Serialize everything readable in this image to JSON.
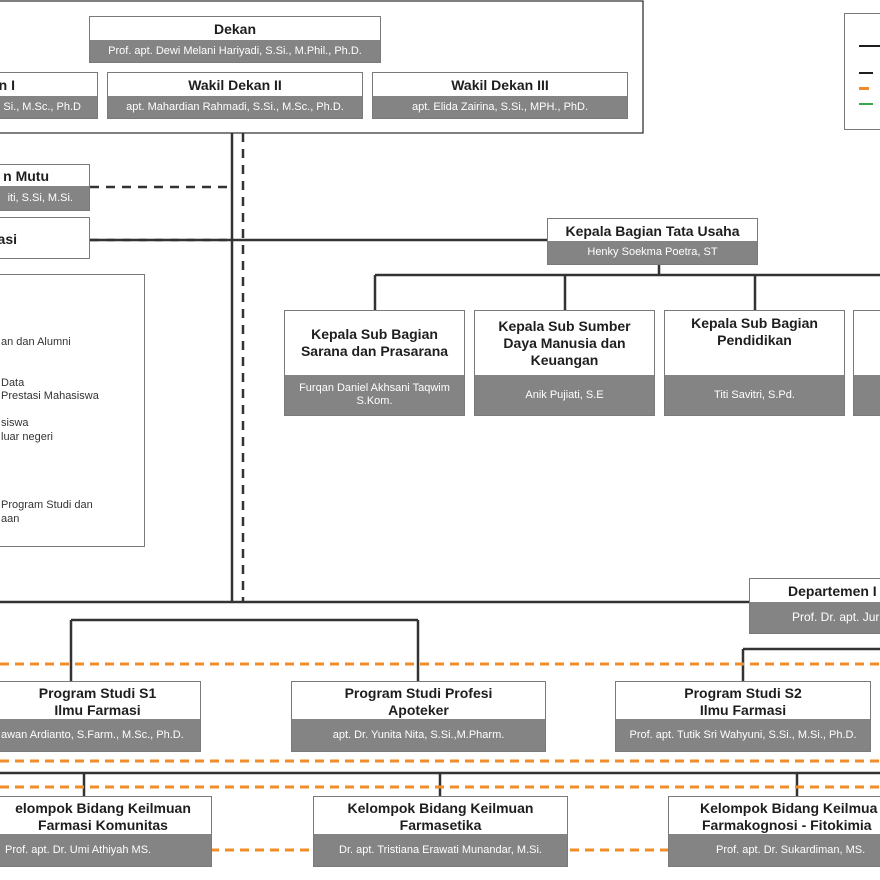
{
  "colors": {
    "accent_dashed": "#f28c28",
    "legend_green": "#3aa84a",
    "line": "#333333",
    "name_band": "#848484"
  },
  "nodes": {
    "dekan": {
      "title": "Dekan",
      "name": "Prof. apt. Dewi Melani Hariyadi, S.Si., M.Phil., Ph.D."
    },
    "wakil_dekan_1": {
      "title": "n I",
      "name": "Si., M.Sc., Ph.D"
    },
    "wakil_dekan_2": {
      "title": "Wakil Dekan II",
      "name": "apt. Mahardian Rahmadi, S.Si., M.Sc., Ph.D."
    },
    "wakil_dekan_3": {
      "title": "Wakil Dekan III",
      "name": "apt. Elida Zairina, S.Si., MPH., PhD."
    },
    "penjaminan_mutu": {
      "title": "n Mutu",
      "name": "iti, S.Si, M.Si."
    },
    "unit_si": {
      "title": "asi"
    },
    "kabag_tu": {
      "title": "Kepala Bagian Tata Usaha",
      "name": "Henky Soekma Poetra, ST"
    },
    "subbag_sarana": {
      "title": [
        "Kepala Sub Bagian",
        "Sarana dan Prasarana"
      ],
      "name": [
        "Furqan Daniel Akhsani Taqwim",
        "S.Kom."
      ]
    },
    "subbag_sdm": {
      "title": [
        "Kepala Sub Sumber",
        "Daya Manusia dan",
        "Keuangan"
      ],
      "name": "Anik Pujiati, S.E"
    },
    "subbag_pendidikan": {
      "title": [
        "Kepala Sub Bagian",
        "Pendidikan"
      ],
      "name": "Titi Savitri, S.Pd."
    },
    "departemen": {
      "title": "Departemen I",
      "name": "Prof. Dr. apt. Jur"
    },
    "prodi_s1": {
      "title": [
        "Program Studi S1",
        "Ilmu Farmasi"
      ],
      "name": "awan Ardianto, S.Farm., M.Sc., Ph.D."
    },
    "prodi_profesi": {
      "title": [
        "Program Studi Profesi",
        "Apoteker"
      ],
      "name": "apt. Dr. Yunita Nita, S.Si.,M.Pharm."
    },
    "prodi_s2": {
      "title": [
        "Program Studi S2",
        "Ilmu Farmasi"
      ],
      "name": "Prof. apt. Tutik Sri Wahyuni, S.Si., M.Si., Ph.D."
    },
    "kbk_komunitas": {
      "title": [
        "elompok Bidang Keilmuan",
        "Farmasi Komunitas"
      ],
      "name": "Prof. apt. Dr. Umi Athiyah MS."
    },
    "kbk_farmasetika": {
      "title": [
        "Kelompok Bidang Keilmuan",
        "Farmasetika"
      ],
      "name": "Dr. apt. Tristiana Erawati Munandar, M.Si."
    },
    "kbk_farmakognosi": {
      "title": [
        "Kelompok Bidang Keilmua",
        "Farmakognosi - Fitokimia"
      ],
      "name": "Prof. apt. Dr. Sukardiman, MS."
    }
  },
  "panel_lines": [
    "an dan Alumni",
    "Data",
    "Prestasi Mahasiswa",
    "siswa",
    "luar negeri",
    "Program Studi dan",
    "aan"
  ]
}
